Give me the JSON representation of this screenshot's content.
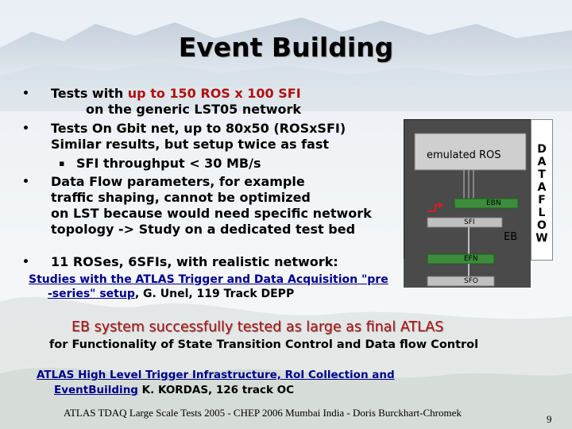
{
  "slide": {
    "title": "Event Building",
    "bullets": {
      "b1": {
        "pre": "Tests with ",
        "hl": "up to 150 ROS x 100 SFI",
        "line2": "on the generic LST05 network"
      },
      "b2": {
        "line1": "Tests  On Gbit net, up to 80x50 (ROSxSFI)",
        "line2": "Similar results, but setup twice as fast",
        "sub": "SFI throughput < 30 MB/s"
      },
      "b3": {
        "line1": "Data Flow parameters, for example",
        "line2": "traffic shaping, cannot be optimized",
        "line3": "on LST because would need specific network",
        "line4": "topology ->  Study on a dedicated test bed"
      },
      "b4": {
        "line1": "11 ROSes, 6SFIs, with realistic network:"
      }
    },
    "bullet_glyph": "•",
    "sub_glyph": "▪",
    "ref1": {
      "link1": "Studies with the ATLAS Trigger and Data Acquisition \"pre",
      "link2": "-series\" setup",
      "rest": ", G. Unel,  119 Track DEPP"
    },
    "highlight": {
      "line1": "EB system successfully tested as large as final ATLAS",
      "line2": "for Functionality of State Transition Control and Data flow Control"
    },
    "ref2": {
      "link1": "ATLAS High Level Trigger Infrastructure, RoI Collection and",
      "link2": "EventBuilding",
      "rest": " K. KORDAS, 126 track OC"
    },
    "footer": "ATLAS TDAQ Large Scale Tests 2005 - CHEP 2006 Mumbai India  - Doris Burckhart-Chromek",
    "page_number": "9",
    "diagram": {
      "emulated_ros": "emulated ROS",
      "ebn": "EBN",
      "sfi": "SFI",
      "eb": "EB",
      "efn": "EFN",
      "sfo": "SFO",
      "flow": [
        "D",
        "A",
        "T",
        "A",
        "F",
        "L",
        "O",
        "W"
      ]
    },
    "colors": {
      "highlight": "#b01010",
      "link": "#00008b",
      "bar_green": "#3c8c3c"
    }
  }
}
